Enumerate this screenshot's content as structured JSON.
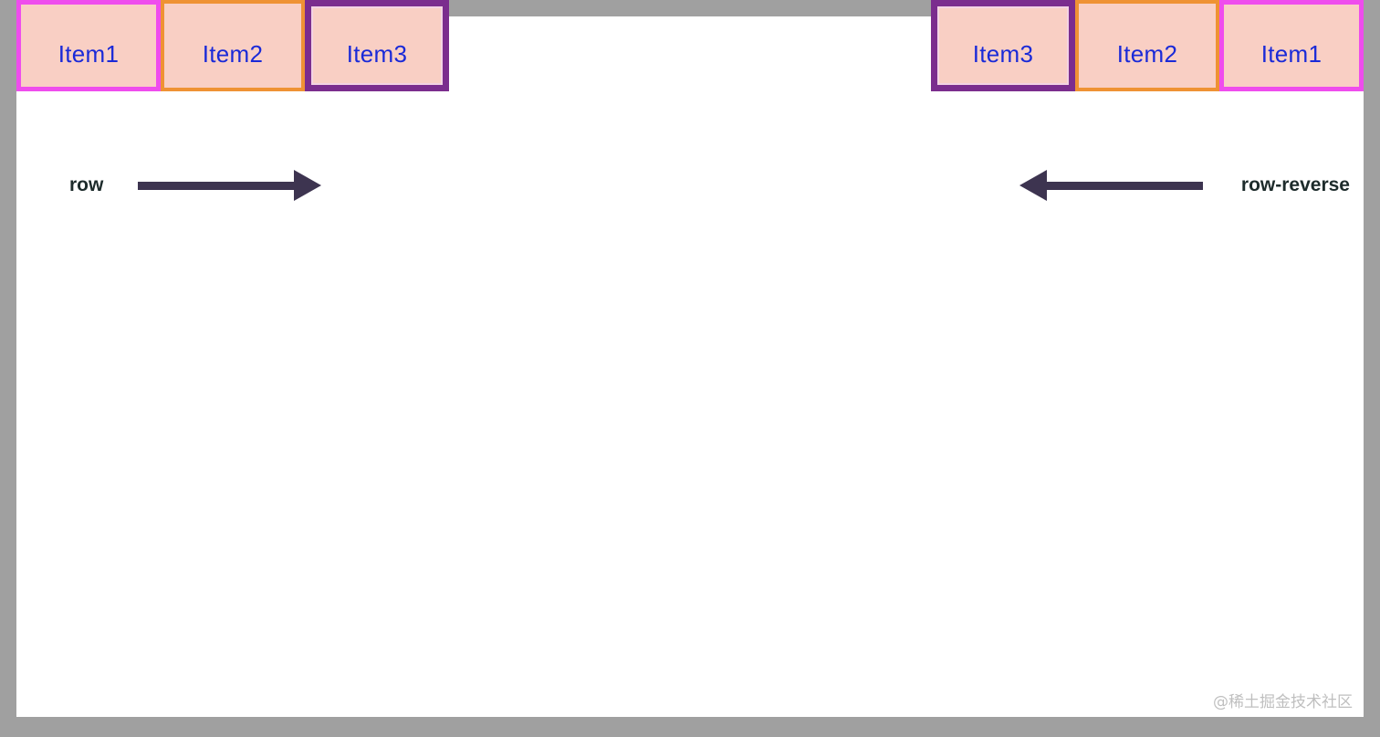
{
  "canvas": {
    "background_color": "#ffffff",
    "frame_color": "#a0a0a0"
  },
  "palette": {
    "item_fill": "#f9cfc4",
    "item_text": "#1a2ad8",
    "border_magenta": "#ef4ded",
    "border_orange": "#ef9234",
    "border_purple": "#7b2d8e",
    "arrow_color": "#3d3450",
    "label_text": "#1d2b2b",
    "watermark_text": "#bfbfbf"
  },
  "row_group": {
    "direction_label": "row",
    "items": [
      {
        "label": "Item1",
        "border": "magenta"
      },
      {
        "label": "Item2",
        "border": "orange"
      },
      {
        "label": "Item3",
        "border": "purple"
      }
    ],
    "arrow_direction": "right"
  },
  "row_reverse_group": {
    "direction_label": "row-reverse",
    "items": [
      {
        "label": "Item3",
        "border": "purple"
      },
      {
        "label": "Item2",
        "border": "orange"
      },
      {
        "label": "Item1",
        "border": "magenta"
      }
    ],
    "arrow_direction": "left"
  },
  "watermark": {
    "text": "@稀土掘金技术社区"
  }
}
